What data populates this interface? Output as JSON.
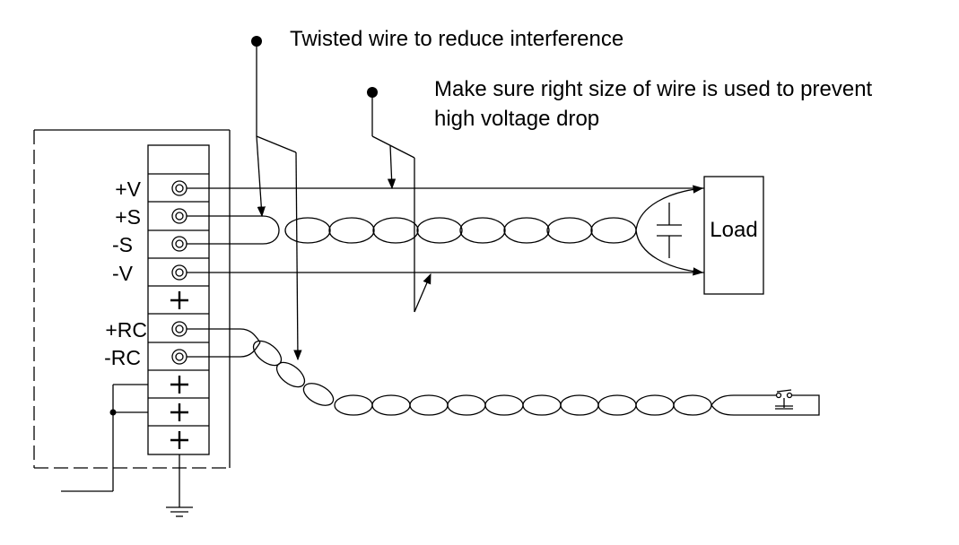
{
  "annotations": {
    "twisted_wire": "Twisted wire to reduce interference",
    "wire_size_line1": "Make sure right size of wire is used to prevent",
    "wire_size_line2": "high voltage drop"
  },
  "terminals": {
    "plus_v": "+V",
    "plus_s": "+S",
    "minus_s": "-S",
    "minus_v": "-V",
    "plus_rc": "+RC",
    "minus_rc": "-RC"
  },
  "load_label": "Load"
}
